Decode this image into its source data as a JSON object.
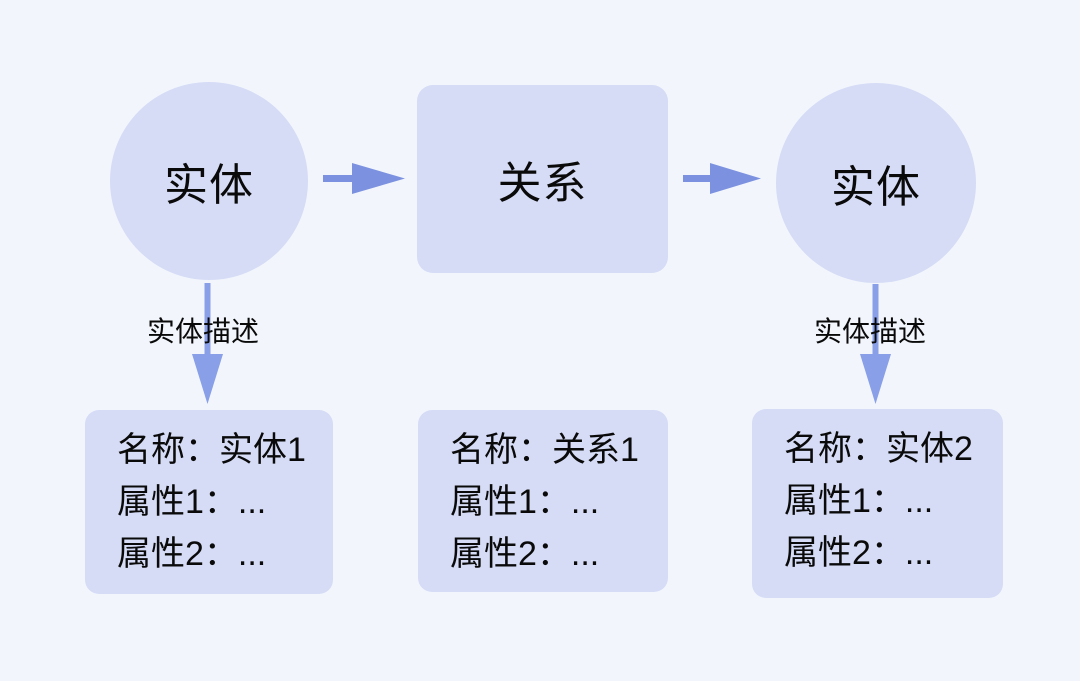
{
  "colors": {
    "background": "#f2f6fc",
    "node_fill": "#d6dcf6",
    "arrow_horizontal": "#7c92e0",
    "arrow_vertical": "#899fe7",
    "text": "#0a0a0a"
  },
  "nodes": {
    "entity_left": {
      "label": "实体"
    },
    "relation": {
      "label": "关系"
    },
    "entity_right": {
      "label": "实体"
    }
  },
  "edge_labels": {
    "left": "实体描述",
    "right": "实体描述"
  },
  "cards": {
    "entity1": {
      "lines": [
        "名称：实体1",
        "属性1：...",
        "属性2：..."
      ]
    },
    "relation1": {
      "lines": [
        "名称：关系1",
        "属性1：...",
        "属性2：..."
      ]
    },
    "entity2": {
      "lines": [
        "名称：实体2",
        "属性1：...",
        "属性2：..."
      ]
    }
  }
}
